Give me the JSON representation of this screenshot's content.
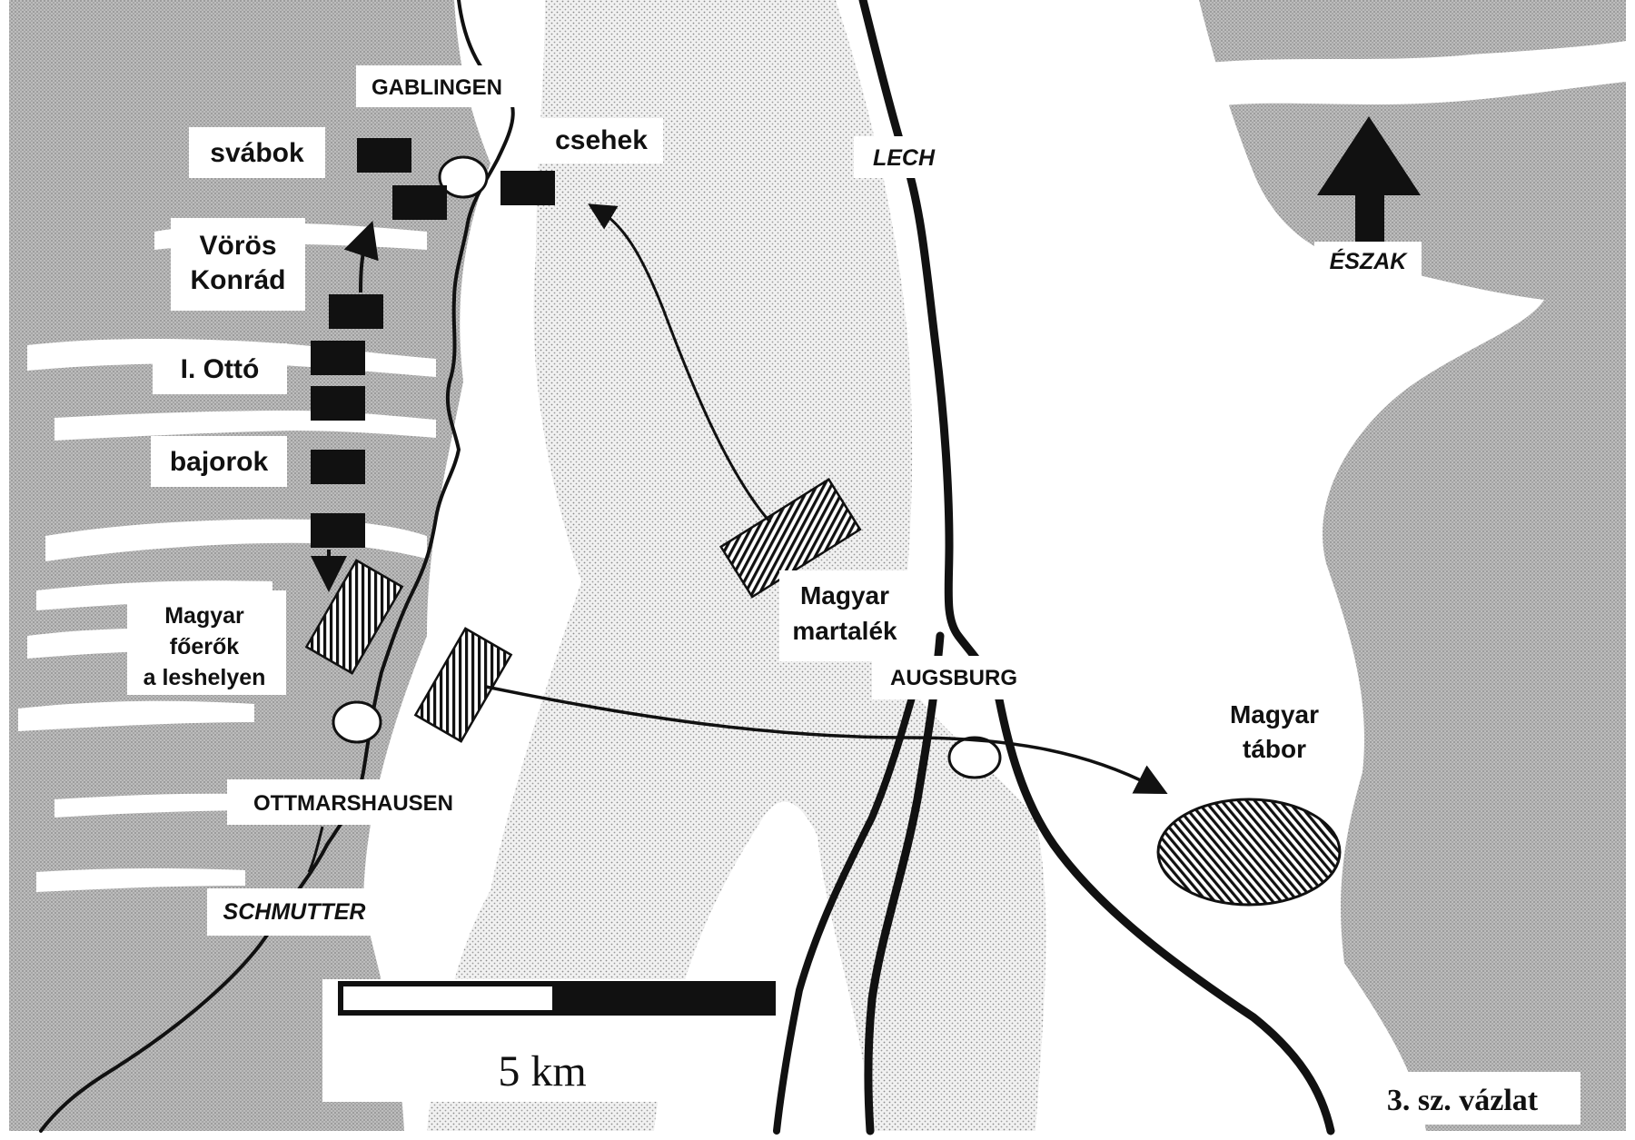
{
  "places": {
    "gablingen": "GABLINGEN",
    "augsburg": "AUGSBURG",
    "ottmarshausen": "OTTMARSHAUSEN"
  },
  "rivers": {
    "lech": "LECH",
    "schmutter": "SCHMUTTER"
  },
  "forces": {
    "svabok": "svábok",
    "csehek": "csehek",
    "voros_line1": "Vörös",
    "voros_line2": "Konrád",
    "otto": "I. Ottó",
    "bajorok": "bajorok",
    "magyar_foerok_line1": "Magyar",
    "magyar_foerok_line2": "főerők",
    "magyar_foerok_line3": "a leshelyen",
    "martalek_line1": "Magyar",
    "martalek_line2": "martalék",
    "tabor_line1": "Magyar",
    "tabor_line2": "tábor"
  },
  "compass": {
    "label": "ÉSZAK"
  },
  "scale": {
    "label": "5 km"
  },
  "caption": "3. sz. vázlat",
  "colors": {
    "terrain_gray": "#b5b5b5",
    "black": "#111111",
    "white": "#ffffff"
  }
}
